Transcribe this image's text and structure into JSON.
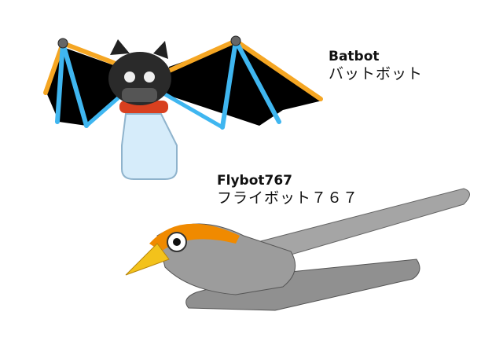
{
  "characters": [
    {
      "name": "Batbot",
      "name_jp": "バットボット"
    },
    {
      "name": "Flybot767",
      "name_jp": "フライボット７６７"
    }
  ],
  "colors": {
    "orange": "#f5a623",
    "blue": "#3fb6f0",
    "wing": "#000000",
    "metal": "#9a9a9a",
    "head_orange": "#f08a00"
  }
}
